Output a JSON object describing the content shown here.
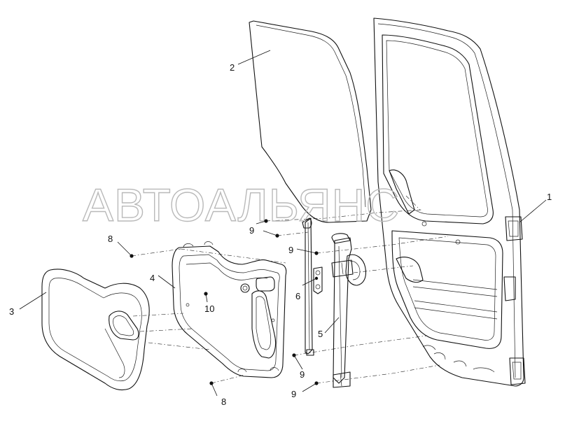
{
  "watermark": "АВТОАЛЬЯНС",
  "callouts": [
    {
      "id": "c1",
      "text": "1"
    },
    {
      "id": "c2",
      "text": "2"
    },
    {
      "id": "c3",
      "text": "3"
    },
    {
      "id": "c4",
      "text": "4"
    },
    {
      "id": "c5",
      "text": "5"
    },
    {
      "id": "c6",
      "text": "6"
    },
    {
      "id": "c8a",
      "text": "8"
    },
    {
      "id": "c8b",
      "text": "8"
    },
    {
      "id": "c9a",
      "text": "9"
    },
    {
      "id": "c9b",
      "text": "9"
    },
    {
      "id": "c9c",
      "text": "9"
    },
    {
      "id": "c9d",
      "text": "9"
    },
    {
      "id": "c10",
      "text": "10"
    }
  ]
}
